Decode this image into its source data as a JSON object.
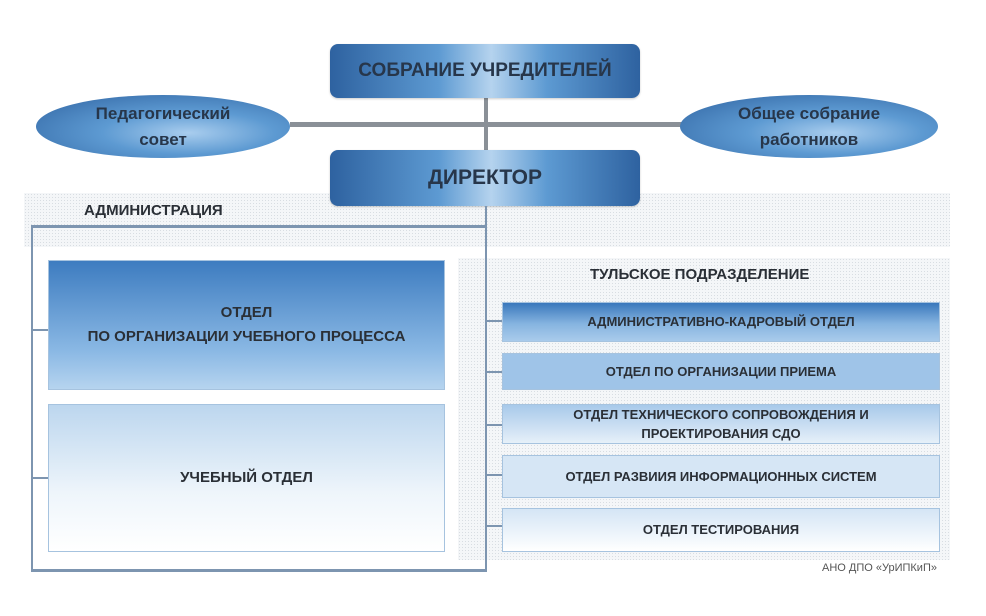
{
  "founders": "СОБРАНИЕ УЧРЕДИТЕЛЕЙ",
  "ped_council": [
    "Педагогический",
    "совет"
  ],
  "general_meeting": [
    "Общее собрание",
    "работников"
  ],
  "director": "ДИРЕКТОР",
  "administration": {
    "title": "АДМИНИСТРАЦИЯ",
    "units": [
      {
        "lines": [
          "ОТДЕЛ",
          "ПО ОРГАНИЗАЦИИ УЧЕБНОГО ПРОЦЕССА"
        ]
      },
      {
        "lines": [
          "УЧЕБНЫЙ ОТДЕЛ"
        ]
      }
    ]
  },
  "tula": {
    "title": "ТУЛЬСКОЕ ПОДРАЗДЕЛЕНИЕ",
    "units": [
      {
        "lines": [
          "АДМИНИСТРАТИВНО-КАДРОВЫЙ ОТДЕЛ"
        ]
      },
      {
        "lines": [
          "ОТДЕЛ ПО ОРГАНИЗАЦИИ ПРИЕМА"
        ]
      },
      {
        "lines": [
          "ОТДЕЛ ТЕХНИЧЕСКОГО СОПРОВОЖДЕНИЯ И",
          "ПРОЕКТИРОВАНИЯ СДО"
        ]
      },
      {
        "lines": [
          "ОТДЕЛ РАЗВИИЯ ИНФОРМАЦИОННЫХ СИСТЕМ"
        ]
      },
      {
        "lines": [
          "ОТДЕЛ ТЕСТИРОВАНИЯ"
        ]
      }
    ]
  },
  "footer": "АНО ДПО «УрИПКиП»"
}
